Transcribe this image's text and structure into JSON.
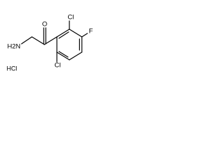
{
  "structure": {
    "labels": {
      "oxygen": "O",
      "amine": "H2N",
      "chloro_top": "Cl",
      "fluoro": "F",
      "chloro_bottom": "Cl",
      "salt": "HCl"
    }
  }
}
